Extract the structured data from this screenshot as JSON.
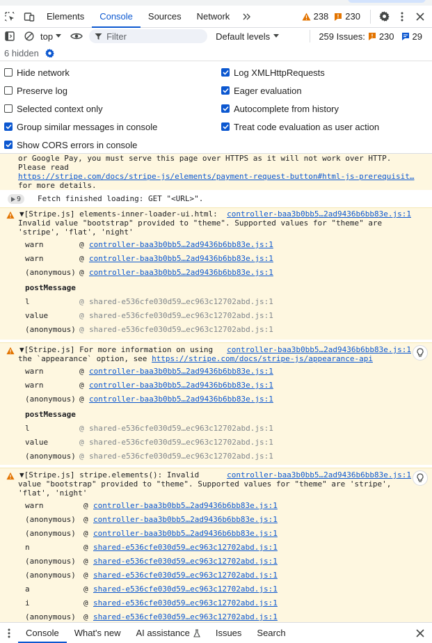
{
  "tabs": {
    "items": [
      "Elements",
      "Console",
      "Sources",
      "Network"
    ],
    "warning_count": "238",
    "error_count": "230"
  },
  "toolbar": {
    "context": "top",
    "filter_placeholder": "Filter",
    "levels": "Default levels",
    "issues_label": "259 Issues:",
    "issues_errors": "230",
    "issues_info": "29"
  },
  "hidden": "6 hidden",
  "settings": {
    "hide_network": "Hide network",
    "preserve_log": "Preserve log",
    "selected_context": "Selected context only",
    "group_similar": "Group similar messages in console",
    "show_cors": "Show CORS errors in console",
    "log_xhr": "Log XMLHttpRequests",
    "eager_eval": "Eager evaluation",
    "autocomplete": "Autocomplete from history",
    "treat_code": "Treat code evaluation as user action"
  },
  "console": {
    "top": {
      "line1": "or Google Pay, you must serve this page over HTTPS as it will not work over HTTP.",
      "line2": "Please read",
      "link": "https://stripe.com/docs/stripe-js/elements/payment-request-button#html-js-prerequisit…",
      "line4": "for more details."
    },
    "fetch": {
      "count": "9",
      "text": "Fetch finished loading: GET \"<URL>\"."
    },
    "msg1": {
      "head": "▼[Stripe.js] elements-inner-loader-ui.html:",
      "src": "controller-baa3b0bb5…2ad9436b6bb83e.js:1",
      "line2": "Invalid value \"bootstrap\" provided to \"theme\". Supported values for \"theme\" are",
      "line3": "'stripe', 'flat', 'night'",
      "frames": [
        {
          "fn": "warn",
          "at": "@",
          "loc": "controller-baa3b0bb5…2ad9436b6bb83e.js:1"
        },
        {
          "fn": "warn",
          "at": "@",
          "loc": "controller-baa3b0bb5…2ad9436b6bb83e.js:1"
        },
        {
          "fn": "(anonymous)",
          "at": "@",
          "loc": "controller-baa3b0bb5…2ad9436b6bb83e.js:1"
        }
      ],
      "section": "postMessage",
      "frames2": [
        {
          "fn": "l",
          "at": "@",
          "loc": "shared-e536cfe030d59…ec963c12702abd.js:1"
        },
        {
          "fn": "value",
          "at": "@",
          "loc": "shared-e536cfe030d59…ec963c12702abd.js:1"
        },
        {
          "fn": "(anonymous)",
          "at": "@",
          "loc": "shared-e536cfe030d59…ec963c12702abd.js:1"
        }
      ]
    },
    "msg2": {
      "head": "▼[Stripe.js] For more information on using",
      "src": "controller-baa3b0bb5…2ad9436b6bb83e.js:1",
      "line2a": "the `appearance` option, see",
      "line2link": "https://stripe.com/docs/stripe-js/appearance-api",
      "frames": [
        {
          "fn": "warn",
          "at": "@",
          "loc": "controller-baa3b0bb5…2ad9436b6bb83e.js:1"
        },
        {
          "fn": "warn",
          "at": "@",
          "loc": "controller-baa3b0bb5…2ad9436b6bb83e.js:1"
        },
        {
          "fn": "(anonymous)",
          "at": "@",
          "loc": "controller-baa3b0bb5…2ad9436b6bb83e.js:1"
        }
      ],
      "section": "postMessage",
      "frames2": [
        {
          "fn": "l",
          "at": "@",
          "loc": "shared-e536cfe030d59…ec963c12702abd.js:1"
        },
        {
          "fn": "value",
          "at": "@",
          "loc": "shared-e536cfe030d59…ec963c12702abd.js:1"
        },
        {
          "fn": "(anonymous)",
          "at": "@",
          "loc": "shared-e536cfe030d59…ec963c12702abd.js:1"
        }
      ]
    },
    "msg3": {
      "head": "▼[Stripe.js] stripe.elements(): Invalid",
      "src": "controller-baa3b0bb5…2ad9436b6bb83e.js:1",
      "line2": "value \"bootstrap\" provided to \"theme\". Supported values for \"theme\" are 'stripe',",
      "line3": "'flat', 'night'",
      "frames": [
        {
          "fn": "warn",
          "at": "@",
          "loc": "controller-baa3b0bb5…2ad9436b6bb83e.js:1"
        },
        {
          "fn": "(anonymous)",
          "at": "@",
          "loc": "controller-baa3b0bb5…2ad9436b6bb83e.js:1"
        },
        {
          "fn": "(anonymous)",
          "at": "@",
          "loc": "controller-baa3b0bb5…2ad9436b6bb83e.js:1"
        },
        {
          "fn": "n",
          "at": "@",
          "loc": "shared-e536cfe030d59…ec963c12702abd.js:1"
        },
        {
          "fn": "(anonymous)",
          "at": "@",
          "loc": "shared-e536cfe030d59…ec963c12702abd.js:1"
        },
        {
          "fn": "(anonymous)",
          "at": "@",
          "loc": "shared-e536cfe030d59…ec963c12702abd.js:1"
        },
        {
          "fn": "a",
          "at": "@",
          "loc": "shared-e536cfe030d59…ec963c12702abd.js:1"
        },
        {
          "fn": "i",
          "at": "@",
          "loc": "shared-e536cfe030d59…ec963c12702abd.js:1"
        },
        {
          "fn": "(anonymous)",
          "at": "@",
          "loc": "shared-e536cfe030d59…ec963c12702abd.js:1"
        }
      ]
    }
  },
  "drawer": {
    "tabs": [
      "Console",
      "What's new",
      "AI assistance",
      "Issues",
      "Search"
    ]
  },
  "colors": {
    "accent": "#0b57d0",
    "warn_bg": "#fef7e0",
    "warn_icon": "#e37400",
    "error": "#dc362e"
  }
}
